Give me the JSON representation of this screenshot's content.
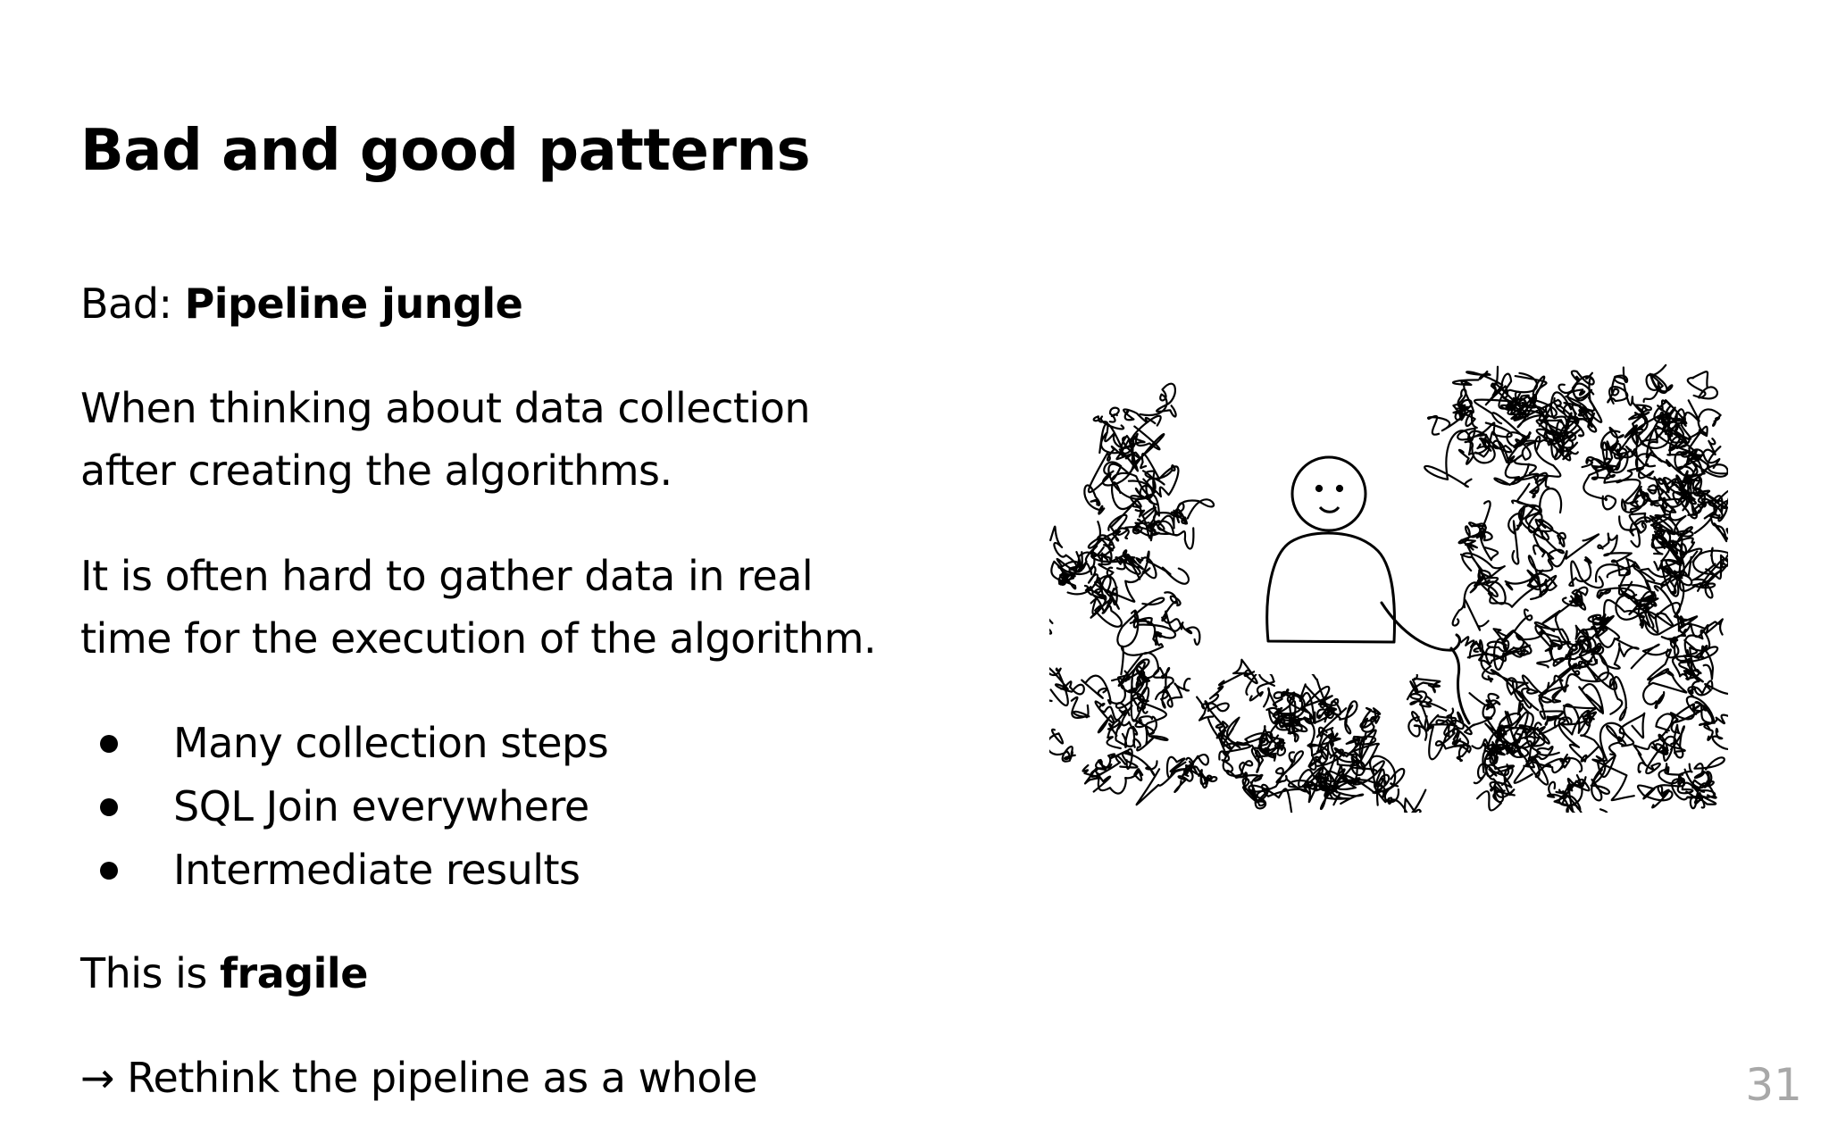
{
  "slide": {
    "title": "Bad and good patterns",
    "bad_prefix": "Bad: ",
    "bad_name": "Pipeline jungle",
    "paragraph1_line1": "When thinking about data collection",
    "paragraph1_line2": "after creating the algorithms.",
    "paragraph2_line1": "It is often hard to gather data in real",
    "paragraph2_line2": "time for the execution of the algorithm.",
    "bullets": [
      "Many collection steps",
      "SQL Join everywhere",
      "Intermediate results"
    ],
    "fragile_prefix": "This is ",
    "fragile_word": "fragile",
    "rethink": "→ Rethink the pipeline as a whole",
    "page_number": "31"
  },
  "illustration": {
    "subject": "person sitting in a jungle of tangled lines",
    "line_color": "#000000"
  }
}
